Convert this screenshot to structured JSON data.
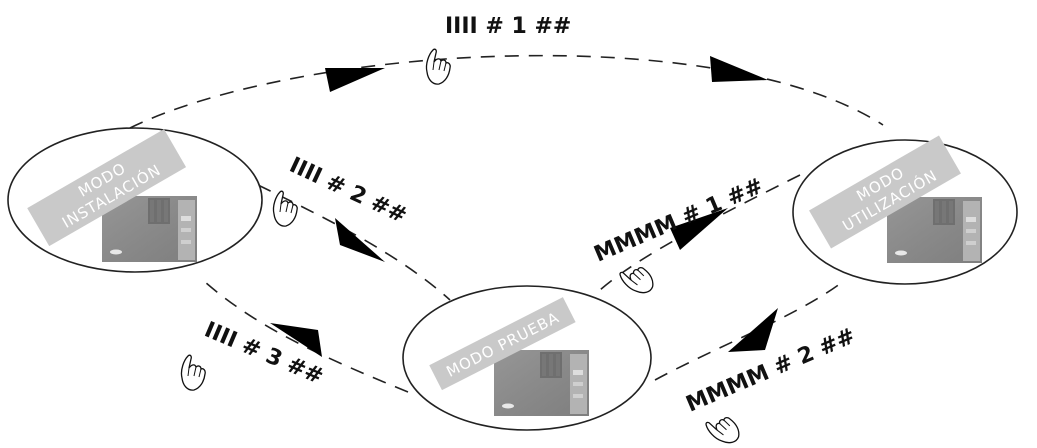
{
  "modes": {
    "installation": {
      "line1": "MODO",
      "line2": "INSTALACIÓN"
    },
    "usage": {
      "line1": "MODO",
      "line2": "UTILIZACIÓN"
    },
    "test": {
      "line1": "MODO PRUEBA"
    }
  },
  "codes": {
    "install_to_usage": "IIII # 1 ##",
    "install_to_test": "IIII # 2 ##",
    "test_to_install": "IIII # 3 ##",
    "usage_to_test": "MMMM # 1 ##",
    "test_to_usage": "MMMM # 2 ##"
  },
  "icons": {
    "hand": "hand-pointer-icon",
    "device": "keypad-device-photo"
  },
  "colors": {
    "line": "#222222",
    "label_background": "#c9c9c9",
    "label_text": "#ffffff",
    "device_photo": "#8a8a8a"
  }
}
